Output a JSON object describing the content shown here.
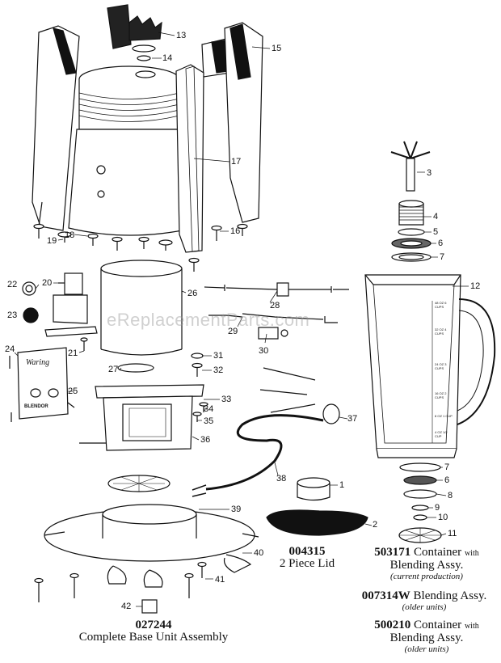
{
  "watermark": "eReplacementParts.com",
  "callouts": [
    "13",
    "14",
    "15",
    "17",
    "3",
    "4",
    "5",
    "6",
    "7",
    "12",
    "18",
    "19",
    "16",
    "22",
    "20",
    "23",
    "26",
    "28",
    "29",
    "24",
    "21",
    "31",
    "25",
    "27",
    "32",
    "30",
    "33",
    "34",
    "35",
    "37",
    "36",
    "38",
    "1",
    "39",
    "2",
    "7",
    "6",
    "8",
    "9",
    "10",
    "11",
    "40",
    "41",
    "42"
  ],
  "captions": {
    "lid": {
      "part": "004315",
      "desc": "2 Piece Lid"
    },
    "container": {
      "part": "503171",
      "desc": "Container",
      "with": "with",
      "desc2": "Blending Assy.",
      "note": "(current production)"
    },
    "blending": {
      "part": "007314W",
      "desc": "Blending Assy.",
      "note": "(older units)"
    },
    "container_old": {
      "part": "500210",
      "desc": "Container",
      "with": "with",
      "desc2": "Blending Assy.",
      "note": "(older units)"
    },
    "base": {
      "part": "027244",
      "desc": "Complete Base Unit Assembly"
    }
  },
  "jar_markings": [
    "48 OZ 6 CUPS",
    "32 OZ 4 CUPS",
    "24 OZ 3 CUPS",
    "16 OZ 2 CUPS",
    "8 OZ 1 CUP",
    "4 OZ 1/2 CUP"
  ],
  "badge_texts": {
    "brand": "Waring",
    "model": "BLENDOR"
  }
}
